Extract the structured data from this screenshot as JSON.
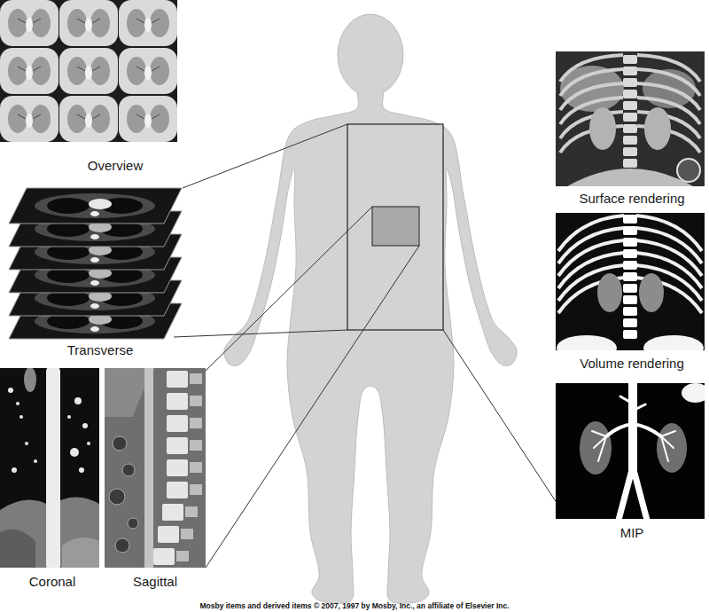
{
  "diagram": {
    "nodes": [
      {
        "text": [
          "Overview"
        ]
      },
      {
        "text": [
          "Transverse"
        ]
      },
      {
        "text": [
          "Coronal"
        ]
      },
      {
        "text": [
          "Sagittal"
        ]
      },
      {
        "text": [
          "Surface rendering"
        ]
      },
      {
        "text": [
          "Volume rendering"
        ]
      },
      {
        "text": [
          "MIP"
        ]
      }
    ],
    "labels": [
      "Mosby items and derived items © 2007, 1997 by Mosby, Inc., an affiliate of Elsevier Inc."
    ]
  }
}
